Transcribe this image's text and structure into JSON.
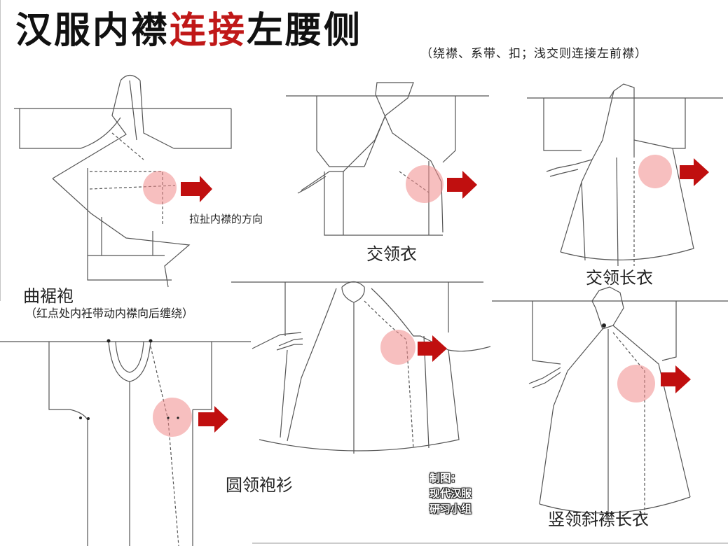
{
  "title": {
    "part1": "汉服内襟",
    "part2": "连接",
    "part3": "左腰侧",
    "subtitle": "（绕襟、系带、扣；浅交则连接左前襟）"
  },
  "labels": {
    "qujupao": "曲裾袍",
    "qujupao_note": "（红点处内衽带动内襟向后缠绕）",
    "pull_direction": "拉扯内襟的方向",
    "jiaolingyi": "交领衣",
    "jiaolingchangyi": "交领长衣",
    "yuanlingpaoshan": "圆领袍衫",
    "shulingxiejinchangyi": "竖领斜襟长衣"
  },
  "credit": {
    "line1": "制图：",
    "line2": "现代汉服",
    "line3": "研习小组"
  },
  "colors": {
    "title_red": "#c01818",
    "arrow_red": "#c00f0f",
    "spot_pink": "#f08a8a"
  }
}
